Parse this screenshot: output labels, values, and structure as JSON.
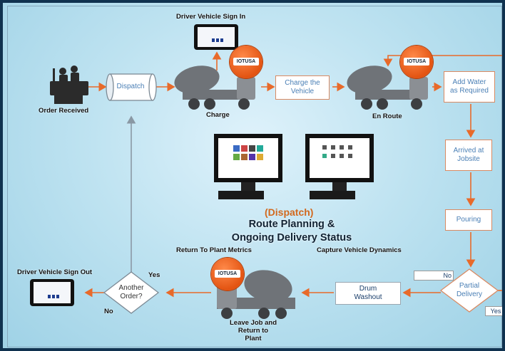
{
  "nodes": {
    "driver_sign_in": "Driver Vehicle Sign In",
    "order_received": "Order Received",
    "dispatch": "Dispatch",
    "charge_label": "Charge",
    "charge_vehicle": "Charge the\nVehicle",
    "en_route": "En Route",
    "add_water": "Add Water\nas Required",
    "arrived": "Arrived at\nJobsite",
    "pouring": "Pouring",
    "partial_delivery": "Partial\nDelivery",
    "drum_washout": "Drum\nWashout",
    "leave_job": "Leave Job and\nReturn to\nPlant",
    "another_order": "Another\nOrder?",
    "driver_sign_out": "Driver Vehicle Sign Out",
    "return_metrics": "Return To Plant Metrics",
    "capture_dynamics": "Capture Vehicle Dynamics"
  },
  "edge_labels": {
    "partial_no": "No",
    "partial_yes": "Yes",
    "another_yes": "Yes",
    "another_no": "No"
  },
  "center": {
    "dispatch_title": "(Dispatch)",
    "title_line1": "Route Planning &",
    "title_line2": "Ongoing Delivery Status"
  },
  "badge_text": "IOTUSA",
  "colors": {
    "arrow": "#e86a2a",
    "arrow_gray": "#8a98a4",
    "box_border": "#d98a63",
    "box_text": "#4a7fb5",
    "badge": "#e35412",
    "dispatch_title": "#d2691e"
  }
}
